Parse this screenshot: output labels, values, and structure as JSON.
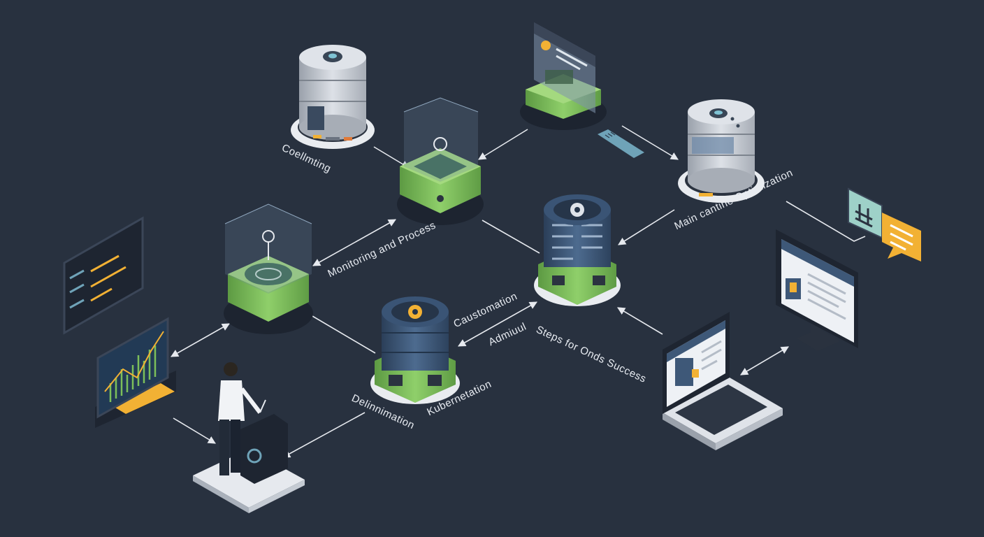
{
  "labels": {
    "collecting": "Coellmting",
    "monitoring": "Monitoring and Process",
    "main_optimization": "Main cantine  Optimization",
    "customization": "Caustomation",
    "administ": "Admiuul",
    "steps": "Steps for Onds Success",
    "deployment": "Delinnimation",
    "kubernetes": "Kubernetation"
  },
  "colors": {
    "background": "#28313f",
    "node_green": "#7cbf5a",
    "server_gray": "#c9ced6",
    "server_blue": "#3e5878",
    "accent_yellow": "#f2b134",
    "accent_teal": "#6fa3b8",
    "line": "#e6e9ee"
  },
  "icons": [
    "gear-icon",
    "chat-bubble-icon",
    "hash-icon",
    "lightbulb-icon",
    "chart-icon",
    "laptop-icon",
    "monitor-icon",
    "person-icon"
  ]
}
